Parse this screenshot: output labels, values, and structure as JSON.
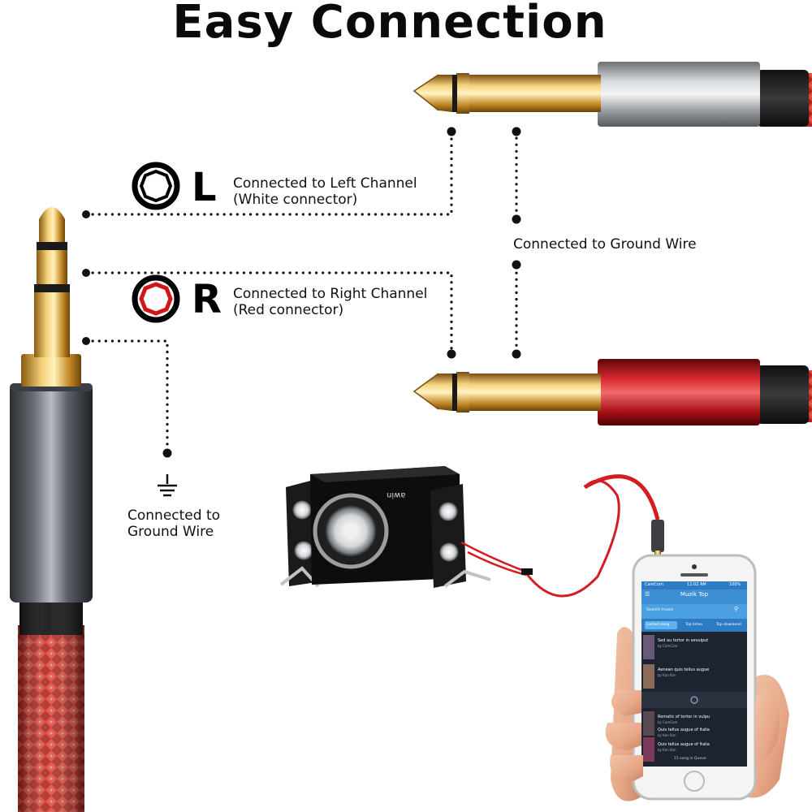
{
  "title": "Easy Connection",
  "left_channel": {
    "letter": "L",
    "line1": "Connected to Left Channel",
    "line2": "(White connector)"
  },
  "right_channel": {
    "letter": "R",
    "line1": "Connected to Right Channel",
    "line2": "(Red connector)"
  },
  "ground_right": "Connected to Ground Wire",
  "ground_left": {
    "line1": "Connected to",
    "line2": "Ground Wire"
  },
  "speaker_brand": "awin",
  "phone_app": {
    "status_left": "CamCom",
    "status_time": "12:02 AM",
    "status_battery": "100%",
    "app_title": "Muzik Top",
    "search_placeholder": "Search music",
    "tabs": [
      "Lastest song",
      "Top listen",
      "Top download"
    ],
    "songs": [
      {
        "title": "Sed au tortor in sevulput",
        "artist": "by CamCom"
      },
      {
        "title": "Aenean quis tellus augue",
        "artist": "by Kan Kan"
      },
      {
        "title": "Romatic of tortor in vulpu",
        "artist": "by CamCom"
      },
      {
        "title": "Quis tellus augue of Italia",
        "artist": "by Kan Kan"
      },
      {
        "title": "Quis tellus augue of Italia",
        "artist": "by Kan Kan"
      }
    ],
    "queue_text": "15 song in Queue"
  },
  "colors": {
    "red_connector": "#c0141a",
    "silver_connector": "#9aa0a4",
    "gold": "#d9a63a",
    "braid_red": "#c6231e",
    "app_blue": "#3d8fd4"
  }
}
